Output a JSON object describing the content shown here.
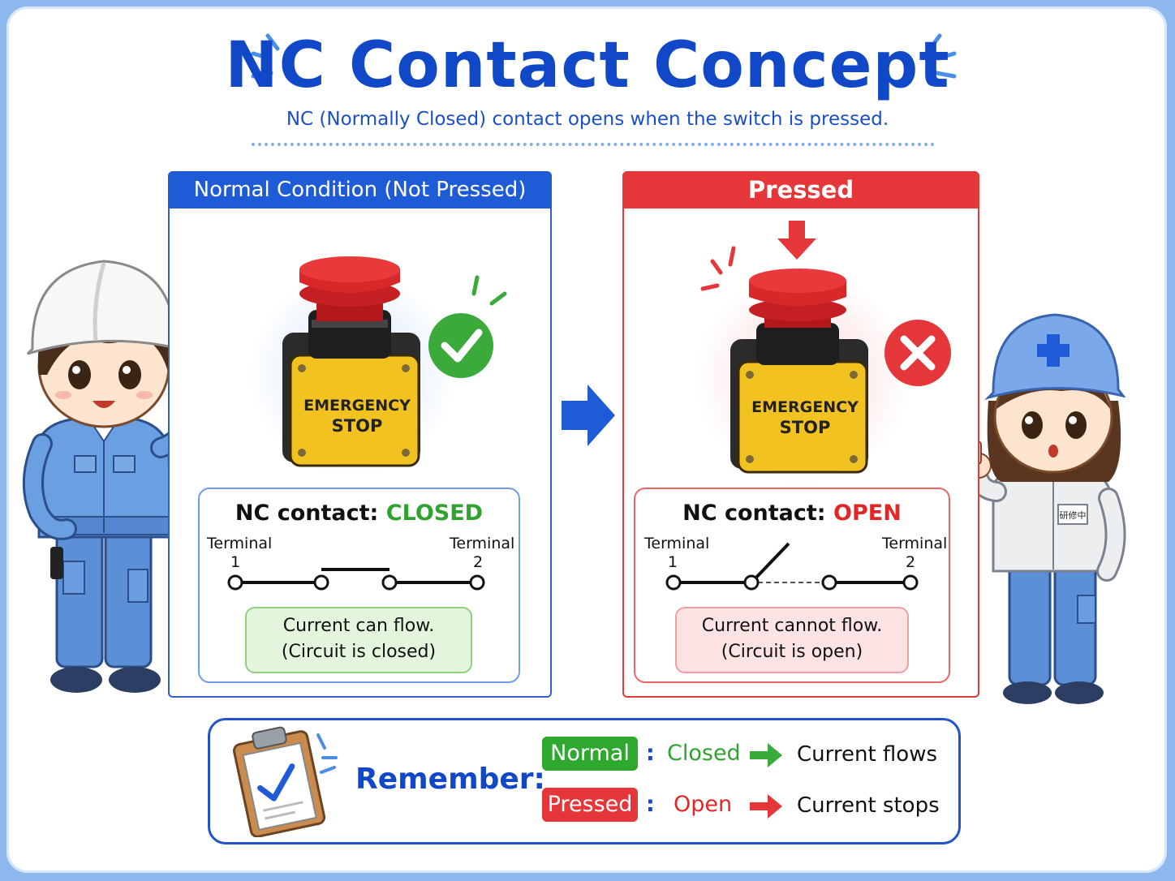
{
  "title": "NC Contact Concept",
  "subtitle": "NC (Normally Closed) contact opens when the switch is pressed.",
  "normal_panel": {
    "header": "Normal Condition (Not Pressed)",
    "button_label_line1": "EMERGENCY",
    "button_label_line2": "STOP",
    "status_icon": "check-icon",
    "contact_prefix": "NC contact:",
    "contact_state": "CLOSED",
    "terminal1": "Terminal",
    "terminal1_num": "1",
    "terminal2": "Terminal",
    "terminal2_num": "2",
    "flow_line1": "Current can flow.",
    "flow_line2": "(Circuit is closed)"
  },
  "pressed_panel": {
    "header": "Pressed",
    "button_label_line1": "EMERGENCY",
    "button_label_line2": "STOP",
    "status_icon": "cross-icon",
    "contact_prefix": "NC contact:",
    "contact_state": "OPEN",
    "terminal1": "Terminal",
    "terminal1_num": "1",
    "terminal2": "Terminal",
    "terminal2_num": "2",
    "flow_line1": "Current cannot flow.",
    "flow_line2": "(Circuit is open)"
  },
  "remember": {
    "label": "Remember:",
    "rows": [
      {
        "tag": "Normal",
        "colon": ":",
        "state": "Closed",
        "result": "Current flows"
      },
      {
        "tag": "Pressed",
        "colon": ":",
        "state": "Open",
        "result": "Current stops"
      }
    ]
  },
  "badge_text": "研修中",
  "colors": {
    "blue": "#1f5bd6",
    "red": "#e5363a",
    "green": "#2ea82e",
    "yellow": "#f2c320"
  }
}
